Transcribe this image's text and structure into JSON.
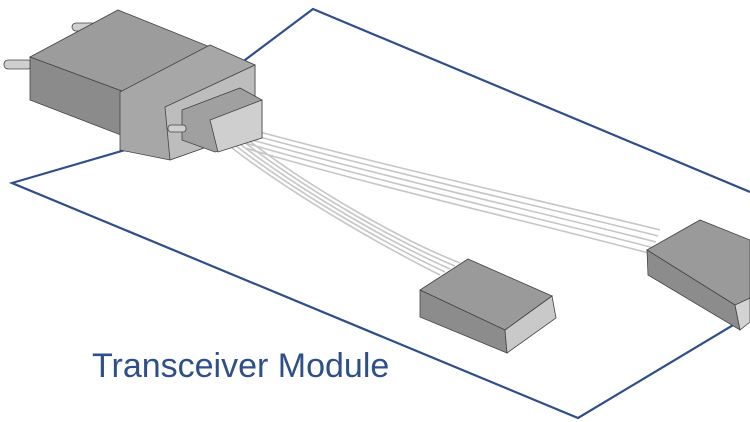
{
  "caption": "Transceiver Module",
  "colors": {
    "outline": "#2e4f8a",
    "caption": "#2e4f8a",
    "body_top": "#9a9a9a",
    "body_side": "#8a8a8a",
    "body_front": "#c8c8c8",
    "fiber": "#c9c9c9",
    "background": "#ffffff"
  },
  "components": [
    {
      "name": "connector-housing"
    },
    {
      "name": "fiber-ribbon-left"
    },
    {
      "name": "fiber-ribbon-right"
    },
    {
      "name": "transceiver-block-left"
    },
    {
      "name": "transceiver-block-right"
    }
  ]
}
